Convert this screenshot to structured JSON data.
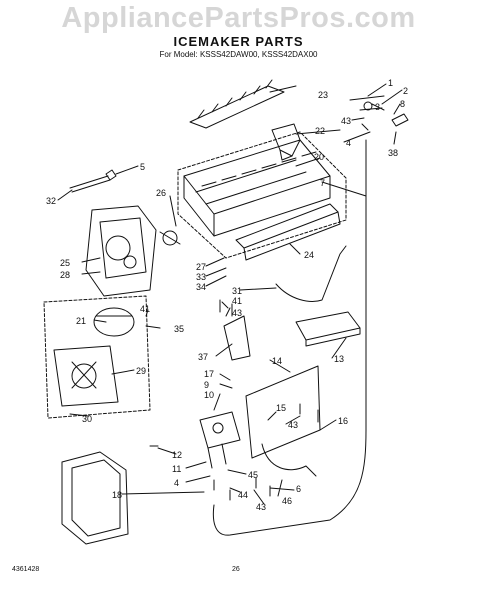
{
  "watermark": "AppliancePartsPros.com",
  "title": "ICEMAKER PARTS",
  "subtitle": "For Model: KSSS42DAW00, KSSS42DAX00",
  "footer": {
    "doc_number": "4361428",
    "page": "26"
  },
  "callouts": [
    "1",
    "2",
    "3",
    "8",
    "43",
    "22",
    "23",
    "4",
    "38",
    "20",
    "7",
    "5",
    "26",
    "32",
    "24",
    "25",
    "28",
    "27",
    "33",
    "34",
    "31",
    "41",
    "43",
    "35",
    "21",
    "41",
    "29",
    "30",
    "37",
    "13",
    "14",
    "17",
    "9",
    "10",
    "15",
    "43",
    "16",
    "12",
    "11",
    "4",
    "45",
    "44",
    "6",
    "18",
    "43",
    "46"
  ],
  "colors": {
    "line": "#111111",
    "watermark": "#d6d6d6"
  }
}
